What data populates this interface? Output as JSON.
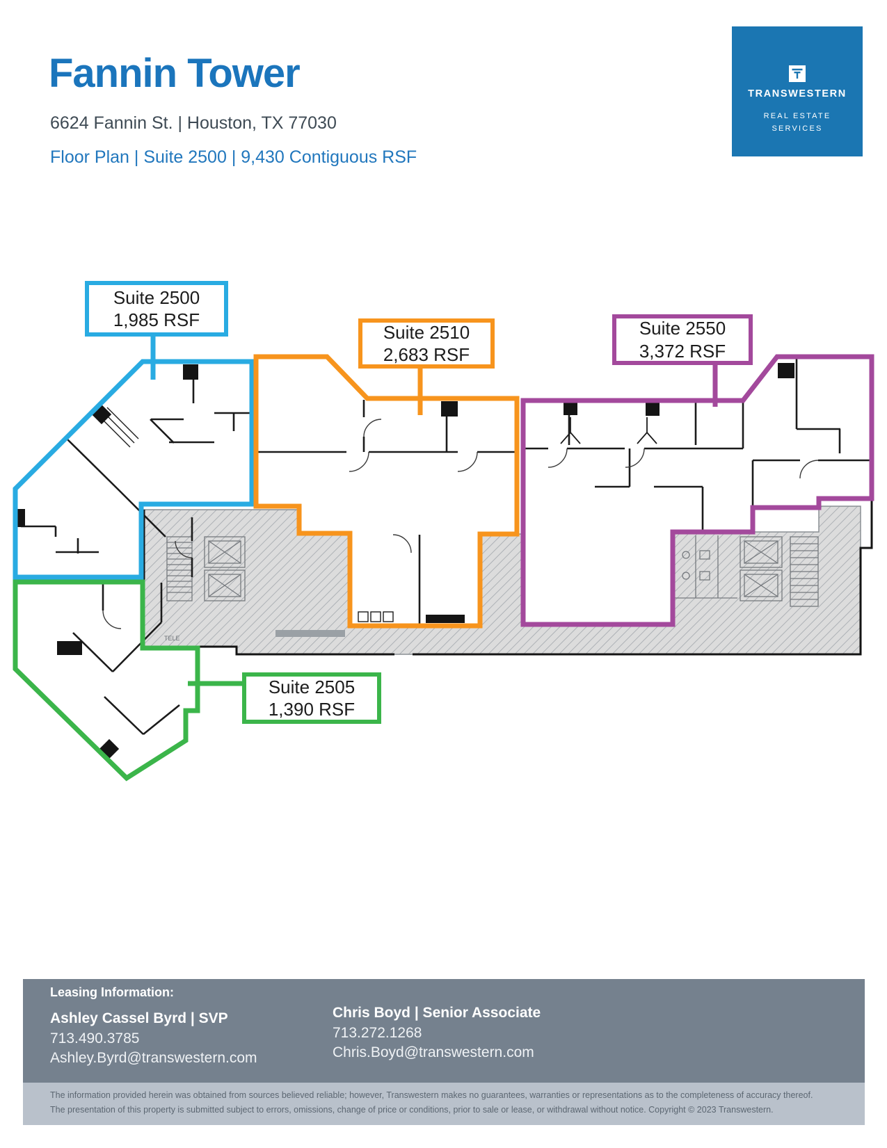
{
  "header": {
    "title": "Fannin Tower",
    "address": "6624 Fannin St. | Houston, TX 77030",
    "subtitle": "Floor Plan | Suite 2500 | 9,430 Contiguous RSF"
  },
  "logo": {
    "company": "TRANSWESTERN",
    "tagline_line1": "REAL ESTATE",
    "tagline_line2": "SERVICES"
  },
  "floor_plan": {
    "core_label": "TELE",
    "suites": [
      {
        "id": "2500",
        "label": "Suite 2500",
        "area": "1,985 RSF",
        "color": "#29ABE2"
      },
      {
        "id": "2510",
        "label": "Suite 2510",
        "area": "2,683 RSF",
        "color": "#F7941D"
      },
      {
        "id": "2550",
        "label": "Suite 2550",
        "area": "3,372 RSF",
        "color": "#A3499C"
      },
      {
        "id": "2505",
        "label": "Suite 2505",
        "area": "1,390 RSF",
        "color": "#3BB54A"
      }
    ]
  },
  "footer": {
    "heading": "Leasing Information:",
    "contacts": [
      {
        "name_title": "Ashley Cassel Byrd | SVP",
        "phone": "713.490.3785",
        "email": "Ashley.Byrd@transwestern.com"
      },
      {
        "name_title": "Chris Boyd | Senior Associate",
        "phone": "713.272.1268",
        "email": "Chris.Boyd@transwestern.com"
      }
    ],
    "disclaimer_line1": "The information provided herein was obtained from sources believed reliable; however, Transwestern makes no guarantees, warranties or representations as to the completeness of accuracy thereof.",
    "disclaimer_line2": "The presentation of this property is submitted subject to errors, omissions, change of price or conditions, prior to sale or lease, or withdrawal without notice. Copyright © 2023 Transwestern."
  },
  "colors": {
    "title_blue": "#1B75BC",
    "subtitle_blue": "#2177BD",
    "address_gray": "#3E4A54",
    "logo_blue": "#1B76B2",
    "suite_2500_cyan": "#29ABE2",
    "suite_2510_orange": "#F7941D",
    "suite_2550_purple": "#A3499C",
    "suite_2505_green": "#3BB54A",
    "footer_slate": "#75818E",
    "disclaimer_band": "#B9C1CB"
  }
}
